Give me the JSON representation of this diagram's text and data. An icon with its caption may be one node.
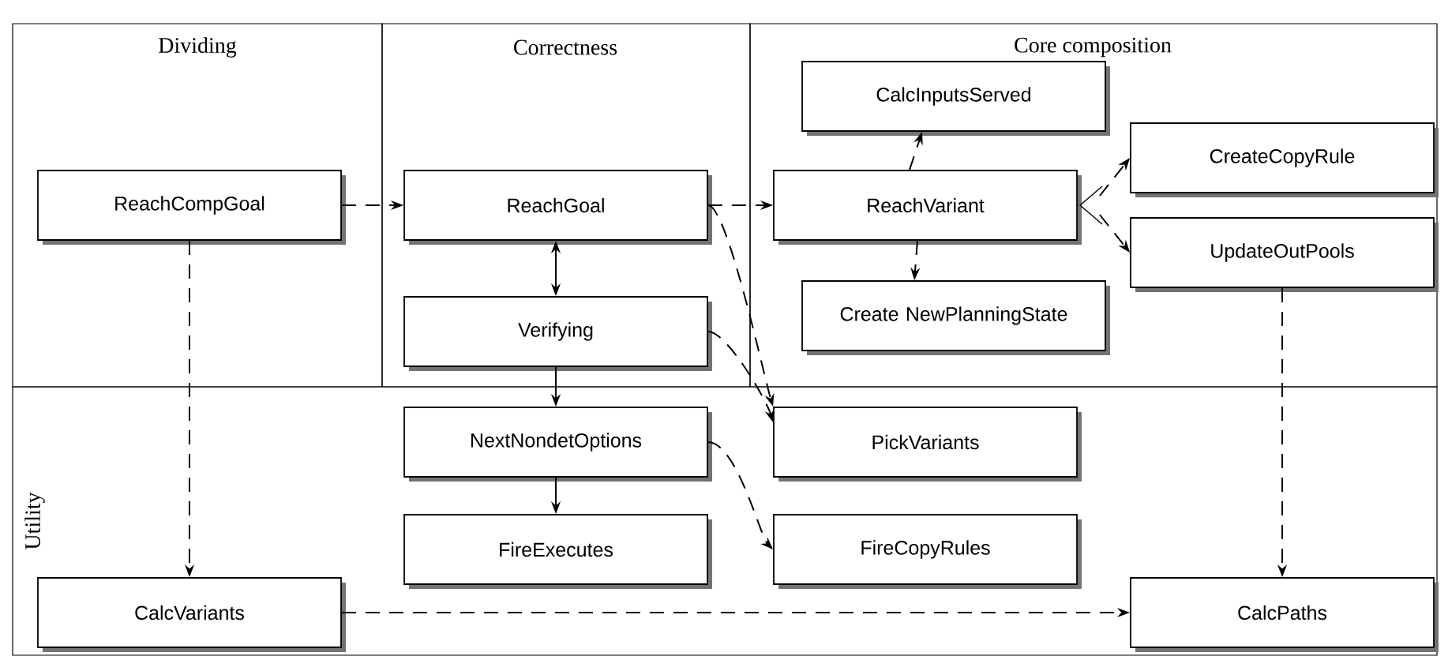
{
  "diagram": {
    "nodes": [
      {
        "text": [
          "Dividing"
        ]
      },
      {
        "text": [
          "ReachCompGoal"
        ],
        "in": 0
      },
      {
        "text": [
          "Correctness"
        ]
      },
      {
        "text": [
          "ReachGoal"
        ],
        "in": 2
      },
      {
        "text": [
          "Verifying"
        ],
        "in": 2
      },
      {
        "text": [
          "Core composition"
        ]
      },
      {
        "text": [
          "CalcInputsServed"
        ],
        "in": 5
      },
      {
        "text": [
          "ReachVariant"
        ],
        "in": 5
      },
      {
        "text": [
          "CreateCopyRule"
        ],
        "in": 5
      },
      {
        "text": [
          "UpdateOutPools"
        ],
        "in": 5
      },
      {
        "text": [
          "Create NewPlanningState"
        ],
        "in": 5
      },
      {
        "text": [
          "Utility"
        ]
      },
      {
        "text": [
          "NextNondetOptions"
        ],
        "in": 11
      },
      {
        "text": [
          "PickVariants"
        ],
        "in": 11
      },
      {
        "text": [
          "FireExecutes"
        ],
        "in": 11
      },
      {
        "text": [
          "FireCopyRules"
        ],
        "in": 11
      },
      {
        "text": [
          "CalcVariants"
        ],
        "in": 11
      },
      {
        "text": [
          "CalcPaths"
        ],
        "in": 11
      }
    ],
    "edges": [
      {
        "from": 1,
        "to": 3,
        "arrow": "to",
        "style": "dashed"
      },
      {
        "from": 3,
        "to": 7,
        "arrow": "to",
        "style": "dashed"
      },
      {
        "from": 3,
        "to": 4,
        "arrow": "both"
      },
      {
        "from": 7,
        "to": 6,
        "arrow": "to",
        "style": "dashed"
      },
      {
        "from": 7,
        "to": 10,
        "arrow": "to",
        "style": "dashed"
      },
      {
        "from": 7,
        "to": 8,
        "arrow": "to",
        "style": "dashed"
      },
      {
        "from": 7,
        "to": 9,
        "arrow": "to",
        "style": "dashed"
      },
      {
        "from": 3,
        "to": 13,
        "arrow": "to",
        "style": "dashed"
      },
      {
        "from": 4,
        "to": 13,
        "arrow": "to",
        "style": "dashed"
      },
      {
        "from": 4,
        "to": 12,
        "arrow": "to"
      },
      {
        "from": 12,
        "to": 14,
        "arrow": "to"
      },
      {
        "from": 12,
        "to": 15,
        "arrow": "to",
        "style": "dashed"
      },
      {
        "from": 1,
        "to": 16,
        "arrow": "to",
        "style": "dashed"
      },
      {
        "from": 9,
        "to": 17,
        "arrow": "to",
        "style": "dashed"
      },
      {
        "from": 16,
        "to": 17,
        "arrow": "to",
        "style": "dashed"
      }
    ]
  }
}
